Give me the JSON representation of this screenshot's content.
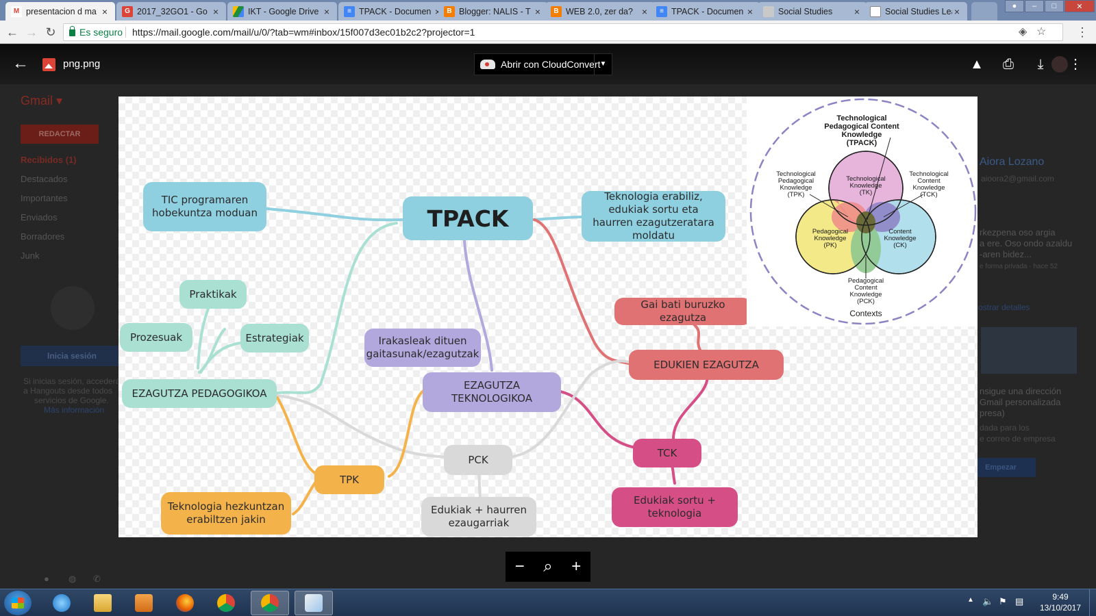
{
  "browser": {
    "tabs": [
      {
        "label": "presentacion d ma",
        "icon": "gmail-icon",
        "color": "#db4437",
        "active": true
      },
      {
        "label": "2017_32GO1 - Go",
        "icon": "g-icon",
        "color": "#db4437"
      },
      {
        "label": "IKT - Google Drive",
        "icon": "drive-icon",
        "color": "#1e8e3e"
      },
      {
        "label": "TPACK - Documen",
        "icon": "docs-icon",
        "color": "#4285f4"
      },
      {
        "label": "Blogger: NALIS - T",
        "icon": "blogger-icon",
        "color": "#f57d00"
      },
      {
        "label": "WEB 2.0, zer da?",
        "icon": "blogger-icon",
        "color": "#f57d00"
      },
      {
        "label": "TPACK - Documen",
        "icon": "docs-icon",
        "color": "#4285f4"
      },
      {
        "label": "Social Studies",
        "icon": "social-icon",
        "color": "#b0b0b0"
      },
      {
        "label": "Social Studies Lea",
        "icon": "page-icon",
        "color": "#9e9e9e"
      }
    ],
    "secure_label": "Es seguro",
    "url": "https://mail.google.com/mail/u/0/?tab=wm#inbox/15f007d3ec01b2c2?projector=1"
  },
  "gmail_background": {
    "logo": "Gmail ▾",
    "compose": "REDACTAR",
    "nav": [
      "Recibidos (1)",
      "Destacados",
      "Importantes",
      "Enviados",
      "Borradores",
      "Junk"
    ],
    "signin_button": "Inicia sesión",
    "signin_text": [
      "Si inicias sesión, accederá",
      "a Hangouts desde todos",
      "servicios de Google.",
      "Más información"
    ],
    "contact_name": "Aiora Lozano",
    "contact_email": "aioora2@gmail.com",
    "snippet": [
      "rkezpena oso argia",
      "a ere. Oso ondo azaldu",
      "-aren bidez...",
      "e forma privada · hace 52"
    ],
    "show_details": "ostrar detalles",
    "promo": [
      "nsigue una dirección",
      "Gmail personalizada",
      "presa)",
      "dada para los",
      "e correo de empresa"
    ],
    "begin_button": "Empezar"
  },
  "viewer": {
    "filename": "png.png",
    "open_with": "Abrir con CloudConvert",
    "zoom_out": "−",
    "zoom_reset": "⌕",
    "zoom_in": "+"
  },
  "mindmap": {
    "center": "TPACK",
    "nodes": {
      "tic": "TIC programaren hobekuntza moduan",
      "teknologia_erabiliz": "Teknologia erabiliz, edukiak sortu eta haurren ezagutzeratara moldatu",
      "praktikak": "Praktikak",
      "prozesuak": "Prozesuak",
      "estrategiak": "Estrategiak",
      "ezagutza_pedagogikoa": "EZAGUTZA PEDAGOGIKOA",
      "irakasleak": "Irakasleak dituen gaitasunak/ezagutzak",
      "ezagutza_teknologikoa": "EZAGUTZA TEKNOLOGIKOA",
      "gai_bati": "Gai bati buruzko ezagutza",
      "edukien_ezagutza": "EDUKIEN EZAGUTZA",
      "tck": "TCK",
      "edukiak_sortu": "Edukiak sortu + teknologia",
      "pck": "PCK",
      "edukiak_haurren": "Edukiak + haurren ezaugarriak",
      "tpk": "TPK",
      "teknologia_hezkuntzan": "Teknologia hezkuntzan erabiltzen jakin"
    }
  },
  "venn": {
    "title": [
      "Technological",
      "Pedagogical Content",
      "Knowledge",
      "(TPACK)"
    ],
    "tpk": [
      "Technological",
      "Pedagogical",
      "Knowledge",
      "(TPK)"
    ],
    "tck": [
      "Technological",
      "Content",
      "Knowledge",
      "(TCK)"
    ],
    "tk": [
      "Technological",
      "Knowledge",
      "(TK)"
    ],
    "pk": [
      "Pedagogical",
      "Knowledge",
      "(PK)"
    ],
    "ck": [
      "Content",
      "Knowledge",
      "(CK)"
    ],
    "pck": [
      "Pedagogical",
      "Content",
      "Knowledge",
      "(PCK)"
    ],
    "contexts": "Contexts"
  },
  "taskbar": {
    "time": "9:49",
    "date": "13/10/2017"
  }
}
